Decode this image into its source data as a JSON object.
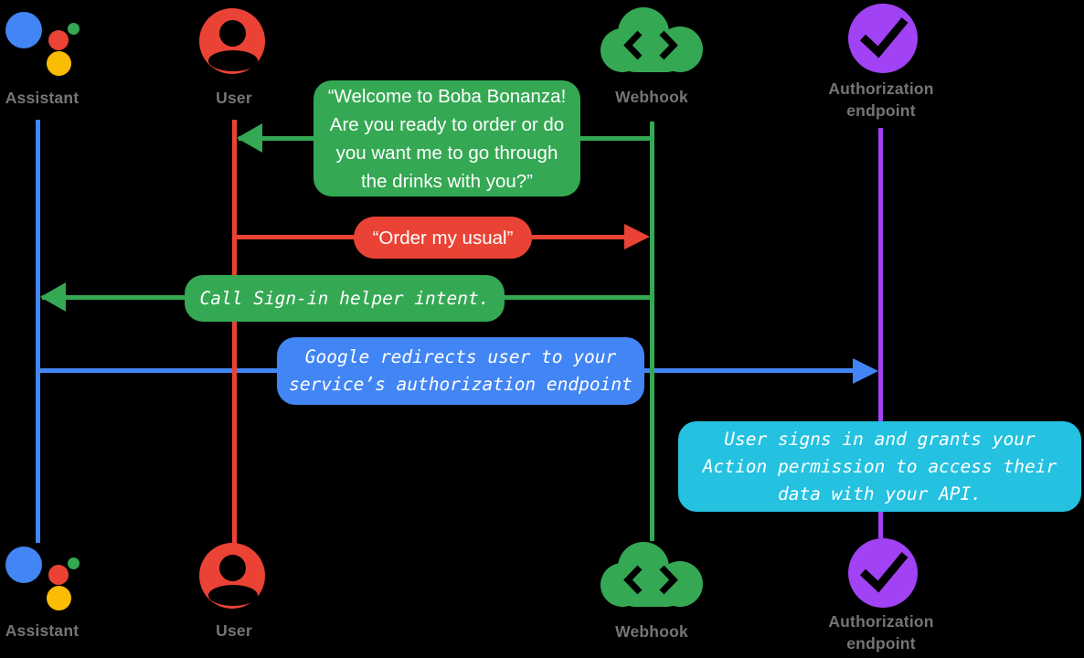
{
  "colors": {
    "assistant_blue": "#4285F4",
    "user_red": "#EA4335",
    "webhook_green": "#34A853",
    "authorization_purple": "#A142F4",
    "note_cyan": "#24C1E0",
    "assistant_logo_yellow": "#FBBC04",
    "label_gray": "#757575",
    "bubble_text": "#FFFFFF"
  },
  "actors": [
    {
      "id": "assistant",
      "label": "Assistant"
    },
    {
      "id": "user",
      "label": "User"
    },
    {
      "id": "webhook",
      "label": "Webhook"
    },
    {
      "id": "authorization-endpoint",
      "label_line1": "Authorization",
      "label_line2": "endpoint"
    }
  ],
  "messages": {
    "welcome": {
      "from": "Webhook",
      "to": "User",
      "line1": "“Welcome to Boba Bonanza!",
      "line2": "Are you ready to order or do",
      "line3": "you want me to go through",
      "line4": "the drinks with you?”"
    },
    "order": {
      "from": "User",
      "to": "Webhook",
      "text": "“Order my usual”"
    },
    "sign_in_helper": {
      "from": "Webhook",
      "to": "Assistant",
      "text": "Call Sign-in helper intent."
    },
    "redirect": {
      "from": "Assistant",
      "to": "Authorization endpoint",
      "line1": "Google redirects user to your",
      "line2": "service’s authorization endpoint"
    },
    "grant_note": {
      "at": "Authorization endpoint",
      "line1": "User signs in and grants your",
      "line2": "Action permission to access their",
      "line3": "data with your API."
    }
  }
}
